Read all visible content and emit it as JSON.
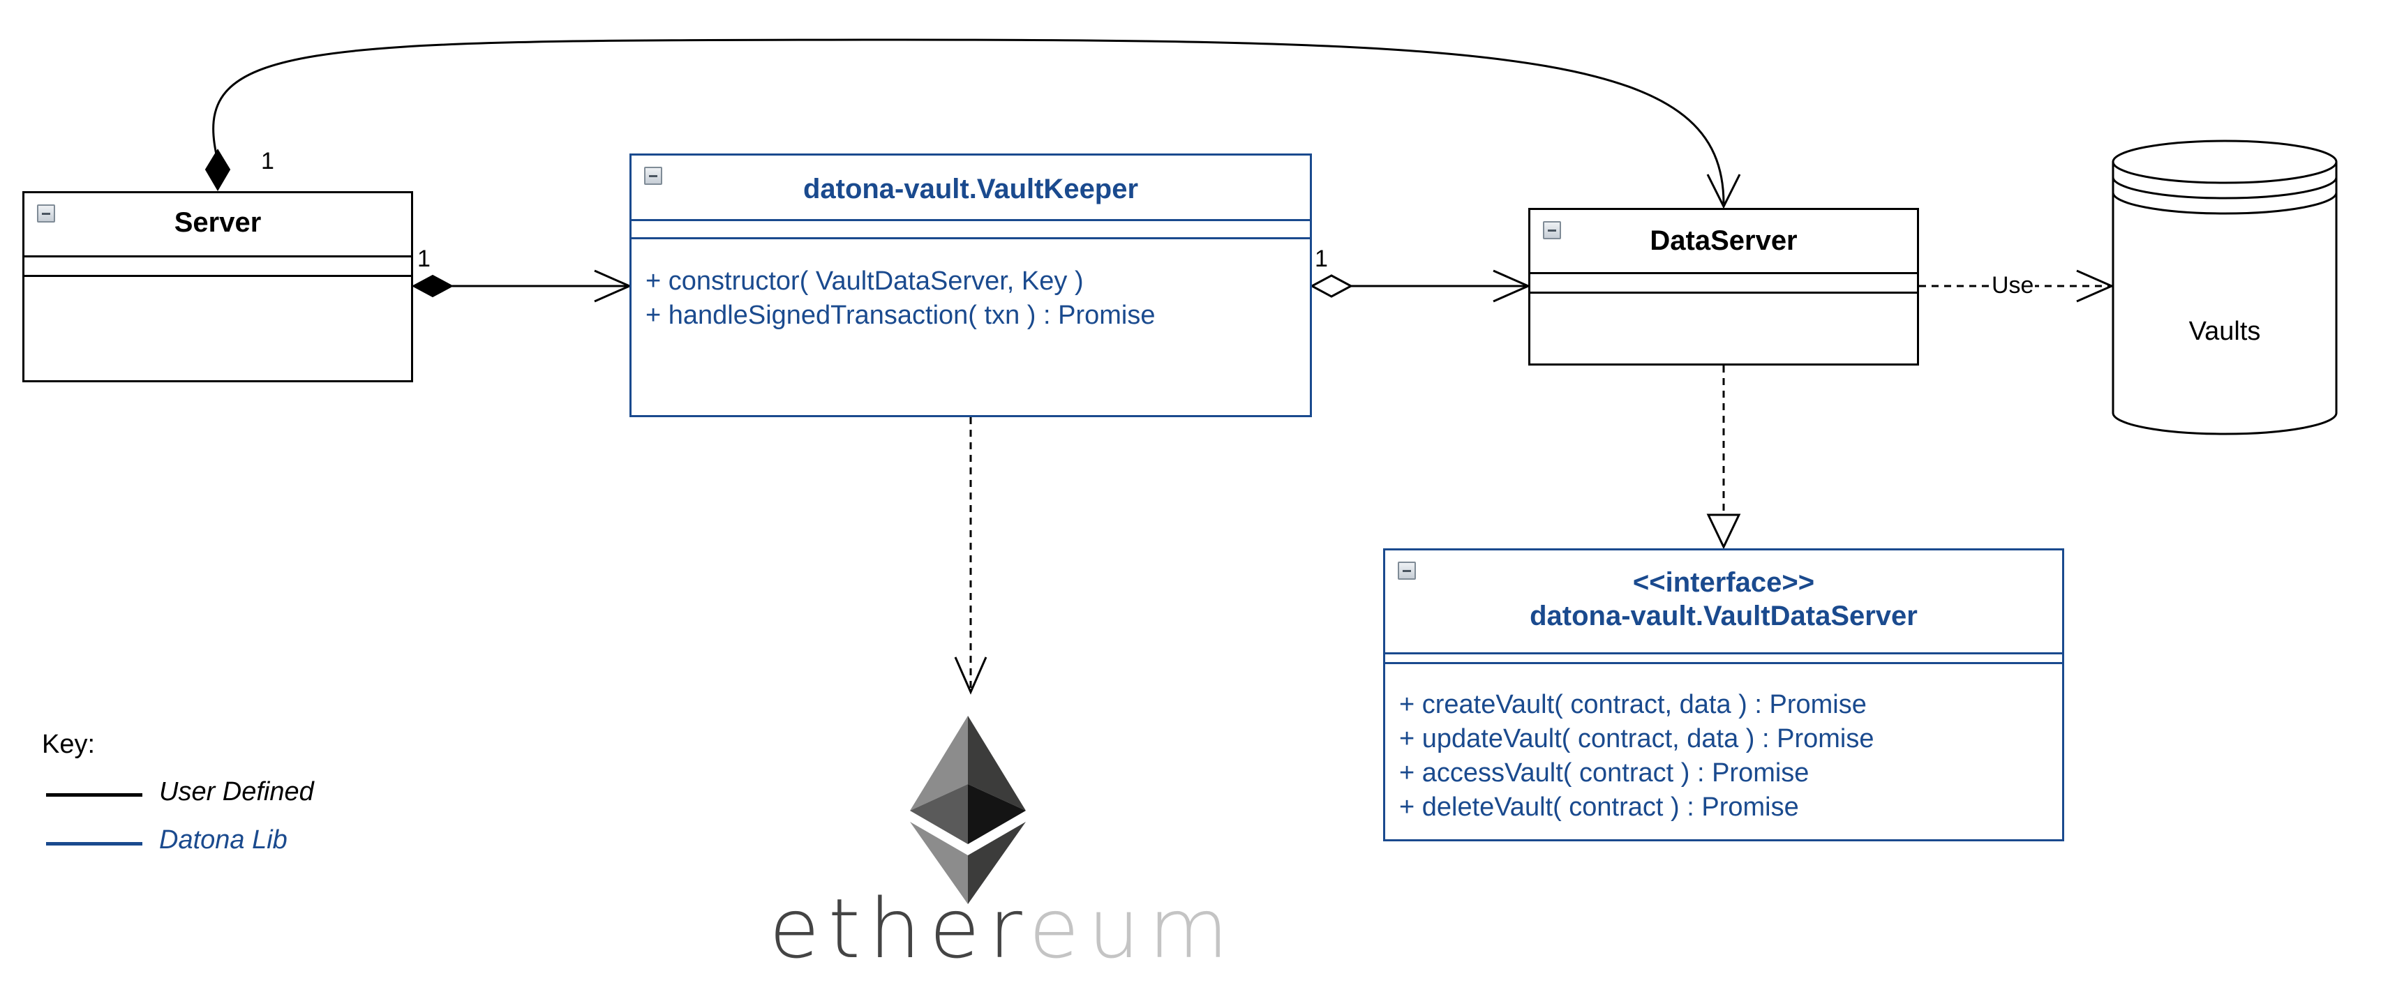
{
  "colors": {
    "user_defined": "#000000",
    "datona_lib": "#1a4a8e",
    "eth_dark": "#444444",
    "eth_light": "#c4c4c4"
  },
  "server": {
    "title": "Server",
    "multiplicity_top": "1",
    "multiplicity_right": "1",
    "icon": "collapse-icon"
  },
  "vault_keeper": {
    "title": "datona-vault.VaultKeeper",
    "methods": [
      "+ constructor( VaultDataServer, Key )",
      "+ handleSignedTransaction( txn ) : Promise"
    ],
    "multiplicity_right": "1",
    "icon": "collapse-icon"
  },
  "data_server": {
    "title": "DataServer",
    "use_label": "Use",
    "icon": "collapse-icon"
  },
  "vaults_db": {
    "label": "Vaults"
  },
  "vault_data_server": {
    "stereotype": "<<interface>>",
    "title": "datona-vault.VaultDataServer",
    "methods": [
      "+ createVault( contract, data ) : Promise",
      "+ updateVault( contract, data ) : Promise",
      "+ accessVault( contract ) : Promise",
      "+ deleteVault( contract ) : Promise"
    ],
    "icon": "collapse-icon"
  },
  "ethereum": {
    "word_dark": "ether",
    "word_light": "eum"
  },
  "key": {
    "title": "Key:",
    "user_defined": "User Defined",
    "datona_lib": "Datona Lib"
  }
}
